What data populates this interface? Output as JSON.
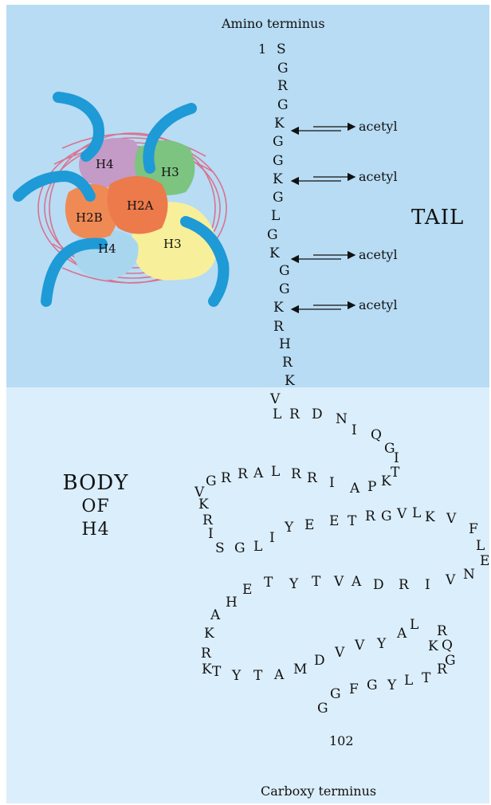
{
  "captions": {
    "amino": "Amino terminus",
    "carboxy": "Carboxy terminus",
    "start_num": "1",
    "end_num": "102"
  },
  "section_titles": {
    "tail": "TAIL",
    "body_line1": "BODY",
    "body_line2": "OF",
    "body_line3": "H4"
  },
  "acetyl_label": "acetyl",
  "nucleosome": {
    "h4_top": "H4",
    "h3_top": "H3",
    "h2a": "H2A",
    "h2b": "H2B",
    "h4_bottom": "H4",
    "h3_bottom": "H3"
  },
  "colors": {
    "tail_panel": "#b7dcf4",
    "body_panel": "#dbeefb",
    "histone_tail": "#1e9ad6",
    "h4": "#c49ac6",
    "h3": "#7cc47f",
    "h2a": "#ec7a4a",
    "h2b": "#ef8a55",
    "h3_light": "#f8ef9a",
    "dna": "#e0607e"
  },
  "tail_sequence": [
    "S",
    "G",
    "R",
    "G",
    "K",
    "G",
    "G",
    "K",
    "G",
    "L",
    "G",
    "K",
    "G",
    "G",
    "K",
    "R",
    "H",
    "R",
    "K"
  ],
  "body_sequence": [
    "V",
    "L",
    "R",
    "D",
    "N",
    "I",
    "Q",
    "G",
    "I",
    "T",
    "K",
    "P",
    "A",
    "I",
    "R",
    "R",
    "L",
    "A",
    "R",
    "R",
    "G",
    "V",
    "K",
    "R",
    "I",
    "S",
    "G",
    "L",
    "I",
    "Y",
    "E",
    "E",
    "T",
    "R",
    "G",
    "V",
    "L",
    "K",
    "V",
    "F",
    "L",
    "E",
    "N",
    "V",
    "I",
    "R",
    "D",
    "A",
    "V",
    "T",
    "Y",
    "T",
    "E",
    "H",
    "A",
    "K",
    "R",
    "K",
    "T",
    "Y",
    "T",
    "A",
    "M",
    "D",
    "V",
    "V",
    "Y",
    "A",
    "L",
    "K",
    "R",
    "Q",
    "G",
    "R",
    "T",
    "L",
    "Y",
    "G",
    "F",
    "G",
    "G"
  ]
}
